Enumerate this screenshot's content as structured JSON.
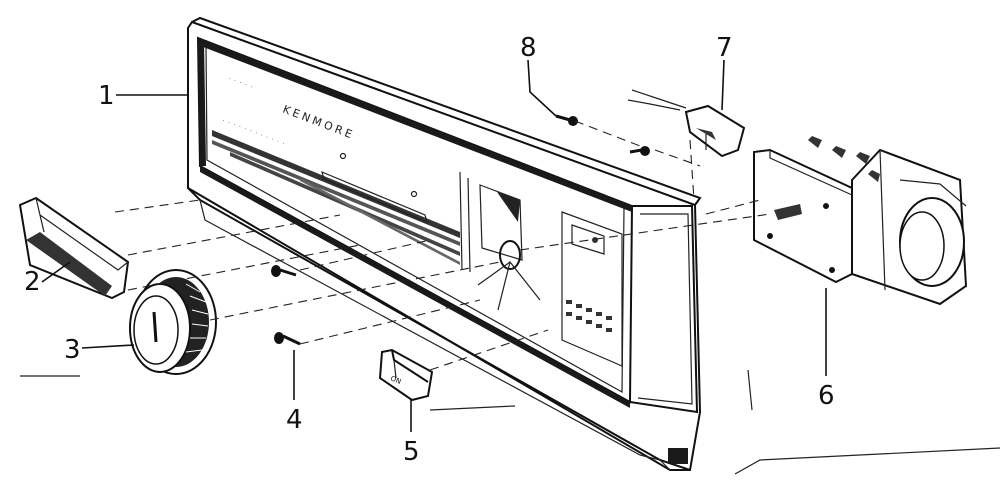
{
  "diagram": {
    "brand_text": "KENMORE",
    "switch_text": "ON",
    "callouts": [
      {
        "id": "1",
        "label": "1"
      },
      {
        "id": "2",
        "label": "2"
      },
      {
        "id": "3",
        "label": "3"
      },
      {
        "id": "4",
        "label": "4"
      },
      {
        "id": "5",
        "label": "5"
      },
      {
        "id": "6",
        "label": "6"
      },
      {
        "id": "7",
        "label": "7"
      },
      {
        "id": "8",
        "label": "8"
      }
    ]
  }
}
